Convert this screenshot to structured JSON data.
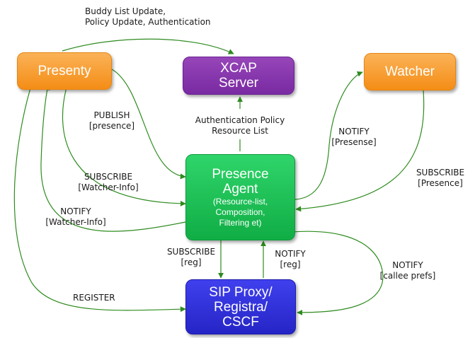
{
  "nodes": {
    "presenty": "Presenty",
    "xcap": [
      "XCAP",
      "Server"
    ],
    "watcher": "Watcher",
    "presence_agent": {
      "title": [
        "Presence",
        "Agent"
      ],
      "subtitle": [
        "(Resource-list,",
        "Composition,",
        "Filtering et)"
      ]
    },
    "sip_proxy": [
      "SIP Proxy/",
      "Registra/",
      "CSCF"
    ]
  },
  "edges": {
    "buddy_update": [
      "Buddy List Update,",
      "Policy Update, Authentication"
    ],
    "publish": [
      "PUBLISH",
      "[presence]"
    ],
    "auth_policy": [
      "Authentication Policy",
      "Resource List"
    ],
    "notify_presense": [
      "NOTIFY",
      "[Presense]"
    ],
    "subscribe_watcher_info": [
      "SUBSCRIBE",
      "[Watcher-Info]"
    ],
    "notify_watcher_info": [
      "NOTIFY",
      "[Watcher-Info]"
    ],
    "subscribe_presence": [
      "SUBSCRIBE",
      "[Presence]"
    ],
    "subscribe_reg": [
      "SUBSCRIBE",
      "[reg]"
    ],
    "notify_reg": [
      "NOTIFY",
      "[reg]"
    ],
    "notify_callee": [
      "NOTIFY",
      "[callee prefs]"
    ],
    "register": "REGISTER"
  },
  "colors": {
    "arrow": "#2e8b1f",
    "orange": "#f7a030",
    "purple": "#7e30a8",
    "green": "#18c050",
    "blue": "#2e2ed8"
  }
}
